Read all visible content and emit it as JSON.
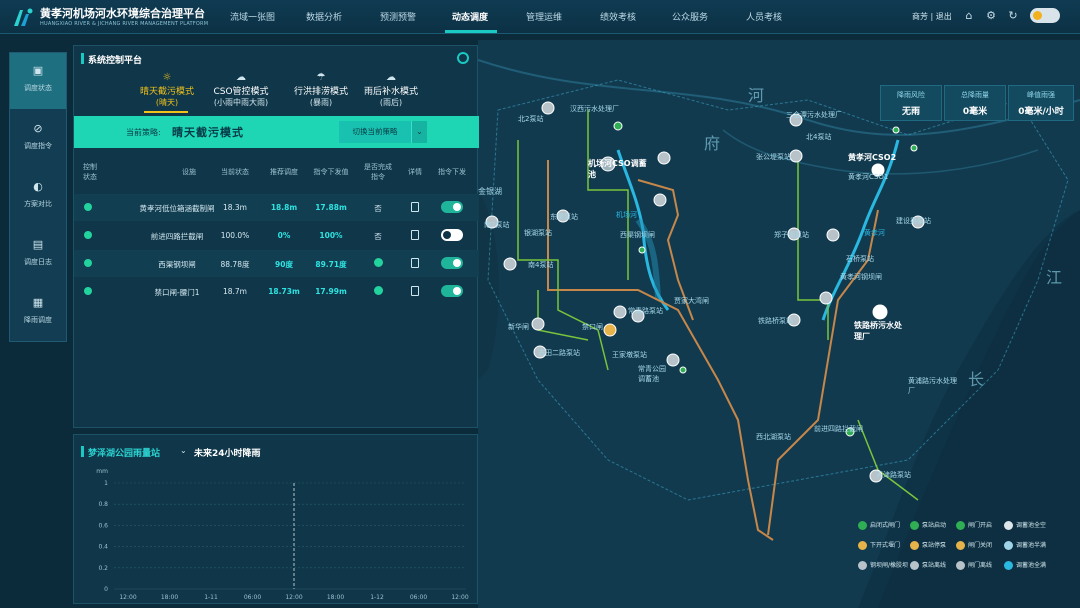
{
  "header": {
    "title": "黄孝河机场河水环境综合治理平台",
    "subtitle": "HUANGXIAO RIVER & JICHANG RIVER MANAGEMENT PLATFORM",
    "nav": [
      "流域一张图",
      "数据分析",
      "预测预警",
      "动态调度",
      "管理运维",
      "绩效考核",
      "公众服务",
      "人员考核"
    ],
    "active_nav": "动态调度",
    "user": "商芳 | 退出"
  },
  "sidebar": {
    "items": [
      {
        "label": "调度状态",
        "icon": "schedule-icon",
        "active": true
      },
      {
        "label": "调度指令",
        "icon": "command-icon",
        "active": false
      },
      {
        "label": "方案对比",
        "icon": "compare-icon",
        "active": false
      },
      {
        "label": "调度日志",
        "icon": "log-icon",
        "active": false
      },
      {
        "label": "降雨调度",
        "icon": "rain-schedule-icon",
        "active": false
      }
    ]
  },
  "panel": {
    "title": "系统控制平台",
    "modes": [
      {
        "name": "晴天截污模式",
        "sub": "(晴天)",
        "icon": "sun-icon",
        "active": true
      },
      {
        "name": "CSO管控模式",
        "sub": "(小雨中雨大雨)",
        "icon": "cloud-icon",
        "active": false
      },
      {
        "name": "行洪排涝模式",
        "sub": "(暴雨)",
        "icon": "storm-icon",
        "active": false
      },
      {
        "name": "雨后补水模式",
        "sub": "(雨后)",
        "icon": "after-rain-icon",
        "active": false
      }
    ],
    "strategy_label": "当前策略:",
    "strategy_value": "晴天截污模式",
    "switch_label": "切换当前策略",
    "columns": [
      "控制\n状态",
      "设施",
      "当前状态",
      "推荐调度",
      "指令下发值",
      "是否完成\n指令",
      "详情",
      "指令下发"
    ],
    "rows": [
      {
        "facility": "黄孝河低位箱涵截制闸",
        "current": "18.3m",
        "recommend": "18.8m",
        "issued": "17.88m",
        "done": "否",
        "switch": "on"
      },
      {
        "facility": "前进四路拦截闸",
        "current": "100.0%",
        "recommend": "0%",
        "issued": "100%",
        "done": "否",
        "switch": "off"
      },
      {
        "facility": "西渠钢坝闸",
        "current": "88.78度",
        "recommend": "90度",
        "issued": "89.71度",
        "done": "check",
        "switch": "on"
      },
      {
        "facility": "禁口闸-腰门1",
        "current": "18.7m",
        "recommend": "18.73m",
        "issued": "17.99m",
        "done": "check",
        "switch": "on"
      }
    ]
  },
  "rain": {
    "station": "梦泽湖公园雨量站",
    "title": "未来24小时降雨",
    "unit": "mm",
    "y_ticks": [
      "1",
      "0.8",
      "0.6",
      "0.4",
      "0.2",
      "0"
    ],
    "x_ticks": [
      "12:00",
      "18:00",
      "1-11",
      "06:00",
      "12:00",
      "18:00",
      "1-12",
      "06:00",
      "12:00"
    ]
  },
  "chart_data": {
    "type": "bar",
    "categories": [
      "12:00",
      "18:00",
      "1-11",
      "06:00",
      "12:00",
      "18:00",
      "1-12",
      "06:00",
      "12:00"
    ],
    "values": [
      0,
      0,
      0,
      0,
      0,
      0,
      0,
      0,
      0
    ],
    "title": "未来24小时降雨",
    "ylabel": "mm",
    "ylim": [
      0,
      1
    ]
  },
  "weather": [
    {
      "title": "降雨风险",
      "value": "无雨"
    },
    {
      "title": "总降雨量",
      "value": "0毫米"
    },
    {
      "title": "峰值雨强",
      "value": "0毫米/小时"
    }
  ],
  "map_labels": {
    "big": [
      "河",
      "府",
      "江",
      "长"
    ],
    "bold": [
      "机场河CSO调蓄池",
      "黄孝河CSO2",
      "黄孝河",
      "铁路桥污水处理厂",
      "黄浦路污水处理厂"
    ],
    "stations": [
      "汉西污水处理厂",
      "北2泵站",
      "东渠泵站",
      "南2泵站",
      "南4泵站",
      "银湖泵站",
      "新华闸",
      "古田二路泵站",
      "常青公园调蓄池",
      "禁口闸",
      "王家墩泵站",
      "常青路泵站",
      "西渠钢坝闸",
      "贾家大湾闸",
      "张公堤泵站",
      "北4泵站",
      "三金潭污水处理厂",
      "郑子湖泵站",
      "石桥泵站",
      "黄孝河钢坝闸",
      "铁路桥泵站",
      "建设渠泵站",
      "黄孝河CSO1",
      "天津路泵站",
      "西北湖泵站",
      "前进四路拦截闸",
      "金银湖",
      "机场河"
    ]
  },
  "legend": [
    "启闭式闸门",
    "泵站启动",
    "闸门开启",
    "调蓄池全空",
    "下开式堰门",
    "泵站停泵",
    "闸门关闭",
    "调蓄池半满",
    "钢坝闸/橡胶坝",
    "泵站离线",
    "闸门离线",
    "调蓄池全满"
  ]
}
